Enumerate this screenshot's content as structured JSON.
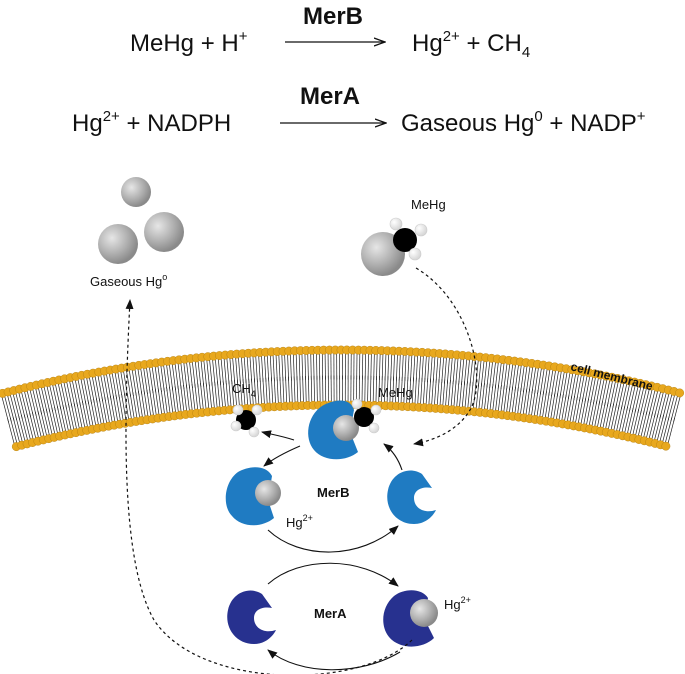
{
  "equations": {
    "merb": {
      "enzyme": "MerB",
      "left_a": "MeHg + H",
      "left_sup": "+",
      "right_a": "Hg",
      "right_sup": "2+",
      "right_b": " + CH",
      "right_sub": "4"
    },
    "mera": {
      "enzyme": "MerA",
      "left_a": "Hg",
      "left_sup": "2+",
      "left_b": " + NADPH",
      "right_a": "Gaseous Hg",
      "right_sup": "0",
      "right_b": " + NADP",
      "right_sup2": "+"
    }
  },
  "diagram": {
    "gaseous_label": "Gaseous Hg",
    "gaseous_sup": "o",
    "meHg_outside": "MeHg",
    "membrane_label": "cell membrane",
    "ch4_label": "CH",
    "ch4_sub": "4",
    "meHg_inside": "MeHg",
    "merb_label": "MerB",
    "hg2_merb": "Hg",
    "hg2_merb_sup": "2+",
    "mera_label": "MerA",
    "hg2_mera": "Hg",
    "hg2_mera_sup": "2+"
  },
  "colors": {
    "merb_blue": "#1f7bc2",
    "mera_navy": "#27318f",
    "lipid_head": "#e8a81e",
    "hg_gray": "#aaaaaa",
    "carbon_black": "#000000"
  }
}
